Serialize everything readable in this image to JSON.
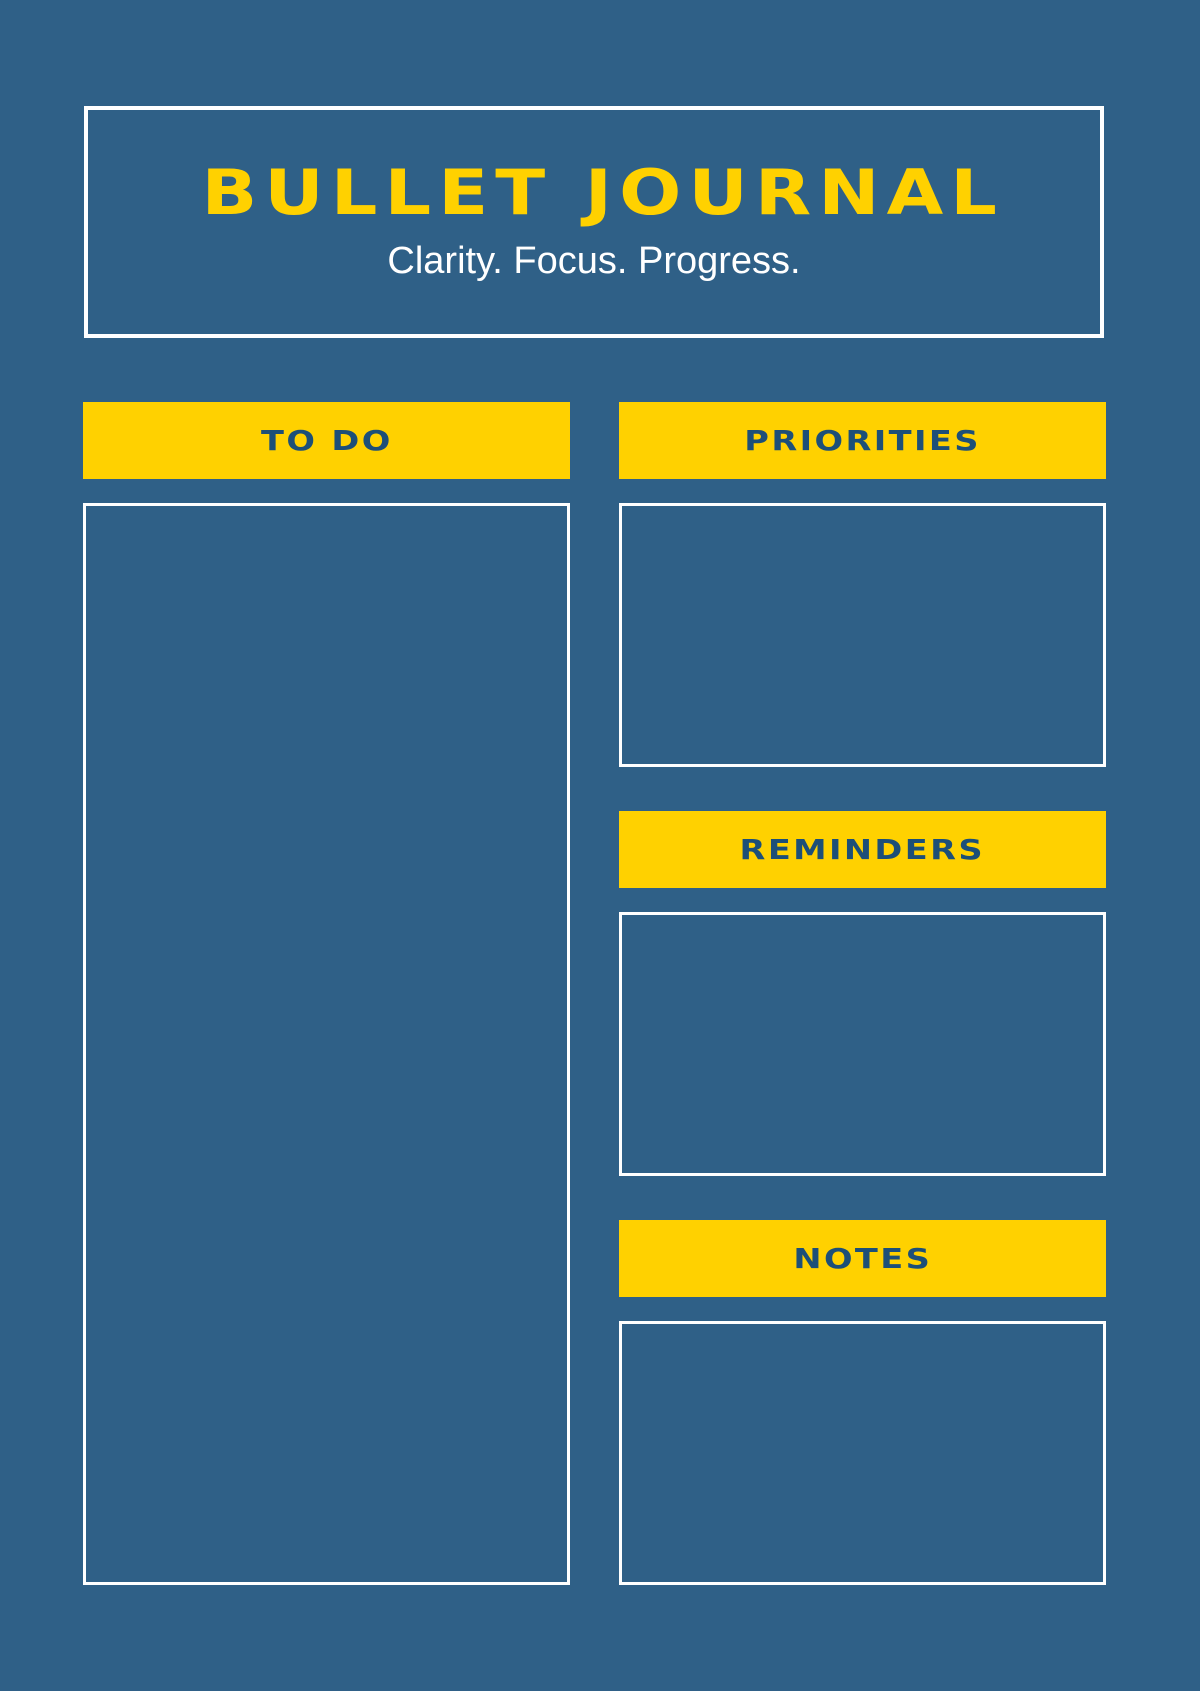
{
  "header": {
    "title": "BULLET JOURNAL",
    "subtitle": "Clarity. Focus. Progress."
  },
  "sections": {
    "todo": {
      "label": "TO DO"
    },
    "priorities": {
      "label": "PRIORITIES"
    },
    "reminders": {
      "label": "REMINDERS"
    },
    "notes": {
      "label": "NOTES"
    }
  },
  "colors": {
    "background": "#2f6087",
    "accent": "#ffd100",
    "label_text": "#1d4f78",
    "border": "#ffffff"
  }
}
